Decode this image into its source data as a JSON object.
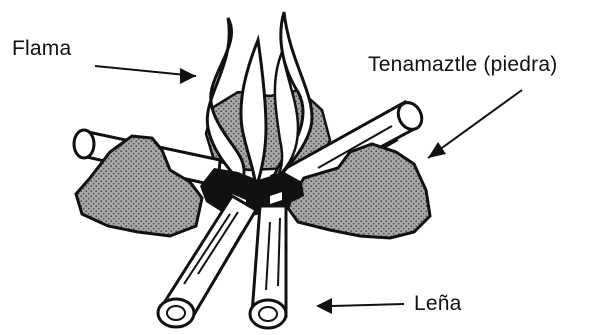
{
  "labels": {
    "flame": "Flama",
    "stone": "Tenamaztle (piedra)",
    "firewood": "Leña"
  },
  "colors": {
    "ink": "#111111",
    "stone_fill": "#8f8f8f",
    "background": "#ffffff"
  }
}
